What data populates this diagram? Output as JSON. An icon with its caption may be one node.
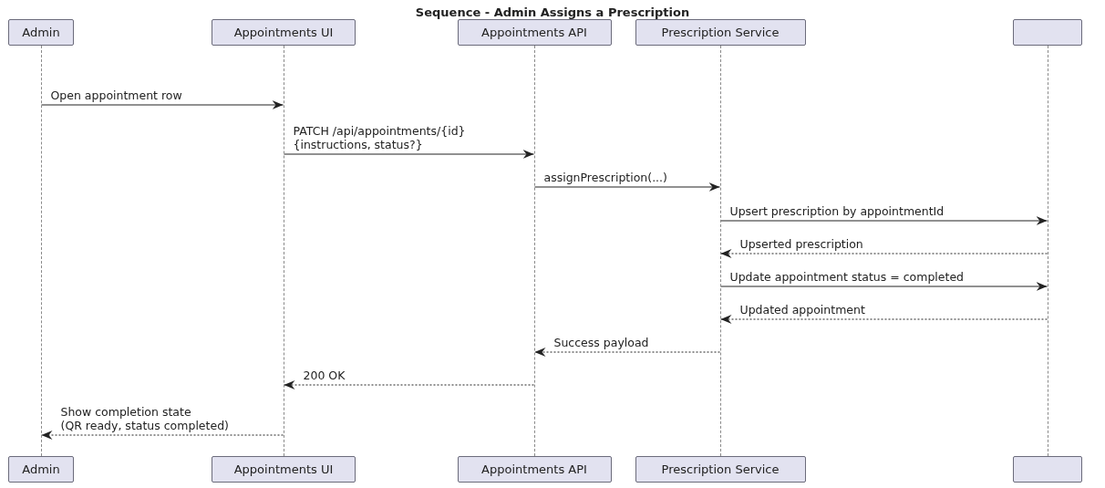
{
  "diagram": {
    "title": "Sequence - Admin Assigns a Prescription",
    "nodes": [
      {
        "text": [
          "Admin"
        ]
      },
      {
        "text": [
          "Appointments UI"
        ]
      },
      {
        "text": [
          "Appointments API"
        ]
      },
      {
        "text": [
          "Prescription Service"
        ]
      },
      {
        "text": [],
        "shape": "box"
      },
      {
        "text": [],
        "shape": "line"
      },
      {
        "text": [],
        "shape": "line"
      },
      {
        "text": [],
        "shape": "line"
      },
      {
        "text": [],
        "shape": "line"
      },
      {
        "text": [],
        "shape": "line"
      },
      {
        "text": [
          "Admin"
        ]
      },
      {
        "text": [
          "Appointments UI"
        ]
      },
      {
        "text": [
          "Appointments API"
        ]
      },
      {
        "text": [
          "Prescription Service"
        ]
      },
      {
        "text": [],
        "shape": "box"
      }
    ],
    "edges": [
      {
        "from": 5,
        "to": 6,
        "arrow": "to",
        "label": "Open appointment row"
      },
      {
        "from": 6,
        "to": 7,
        "arrow": "to",
        "label": "PATCH /api/appointments/{id} {instructions, status?}"
      },
      {
        "from": 7,
        "to": 8,
        "arrow": "to",
        "label": "assignPrescription(...)"
      },
      {
        "from": 8,
        "to": 9,
        "arrow": "to",
        "label": "Upsert prescription by appointmentId"
      },
      {
        "from": 9,
        "to": 8,
        "arrow": "to",
        "label": "Upserted prescription",
        "style": "dashed"
      },
      {
        "from": 8,
        "to": 9,
        "arrow": "to",
        "label": "Update appointment status = completed"
      },
      {
        "from": 9,
        "to": 8,
        "arrow": "to",
        "label": "Updated appointment",
        "style": "dashed"
      },
      {
        "from": 8,
        "to": 7,
        "arrow": "to",
        "label": "Success payload",
        "style": "dashed"
      },
      {
        "from": 7,
        "to": 6,
        "arrow": "to",
        "label": "200 OK",
        "style": "dashed"
      },
      {
        "from": 6,
        "to": 5,
        "arrow": "to",
        "label": "Show completion state (QR ready, status completed)",
        "style": "dashed"
      }
    ]
  }
}
